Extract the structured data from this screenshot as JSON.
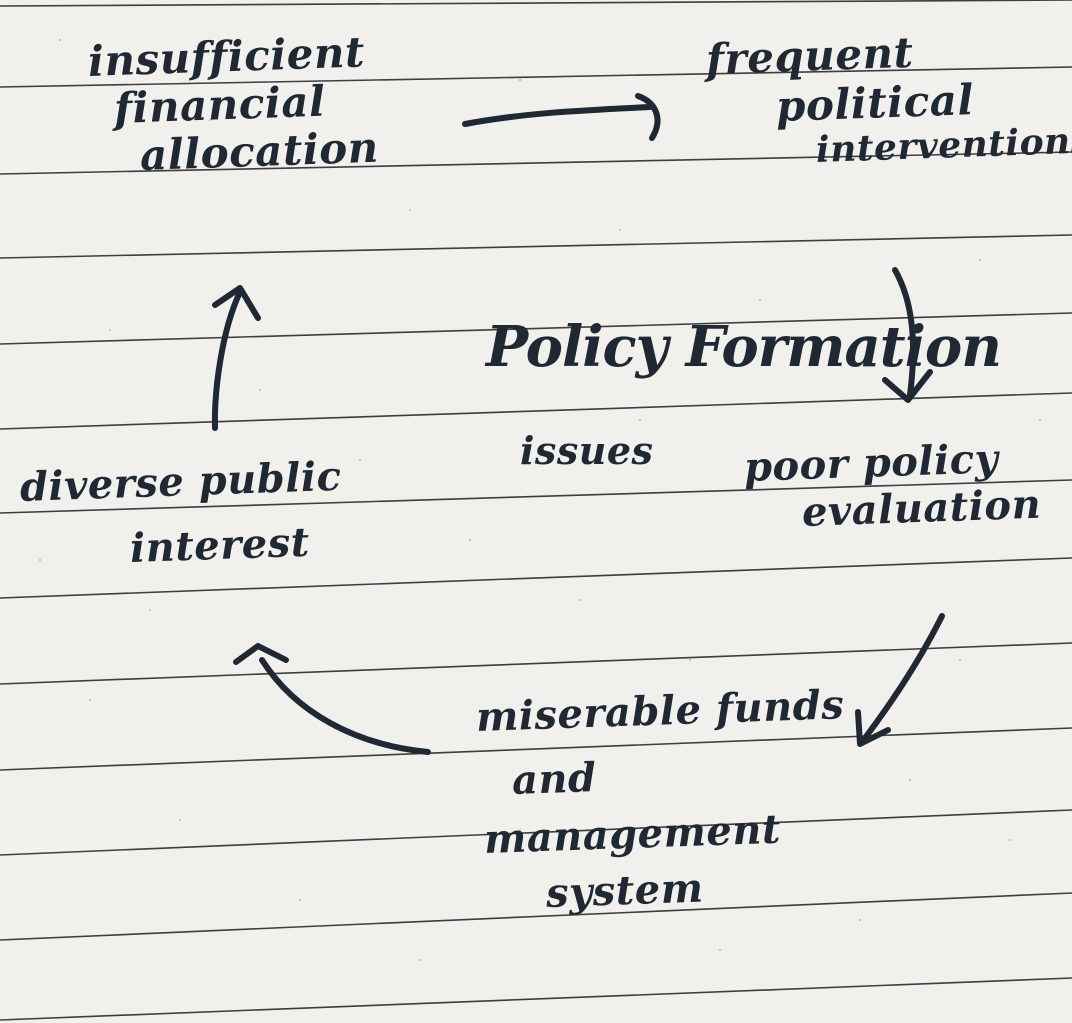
{
  "diagram": {
    "title": "Policy Formation",
    "subtitle": "issues",
    "nodes": [
      {
        "id": "insufficient",
        "lines": [
          "insufficient",
          "financial",
          "allocation"
        ]
      },
      {
        "id": "frequent",
        "lines": [
          "frequent",
          "political",
          "interventions"
        ]
      },
      {
        "id": "poor",
        "lines": [
          "poor policy",
          "evaluation"
        ]
      },
      {
        "id": "miserable",
        "lines": [
          "miserable funds",
          "and",
          "management",
          "system"
        ]
      },
      {
        "id": "diverse",
        "lines": [
          "diverse public",
          "interest"
        ]
      }
    ],
    "edges": [
      {
        "from": "insufficient",
        "to": "frequent"
      },
      {
        "from": "frequent",
        "to": "poor"
      },
      {
        "from": "poor",
        "to": "miserable"
      },
      {
        "from": "miserable",
        "to": "diverse"
      },
      {
        "from": "diverse",
        "to": "insufficient"
      }
    ],
    "colors": {
      "ink": "#1f2833",
      "paper": "#f1f0ed",
      "rule_line": "#2b2b2b"
    }
  }
}
